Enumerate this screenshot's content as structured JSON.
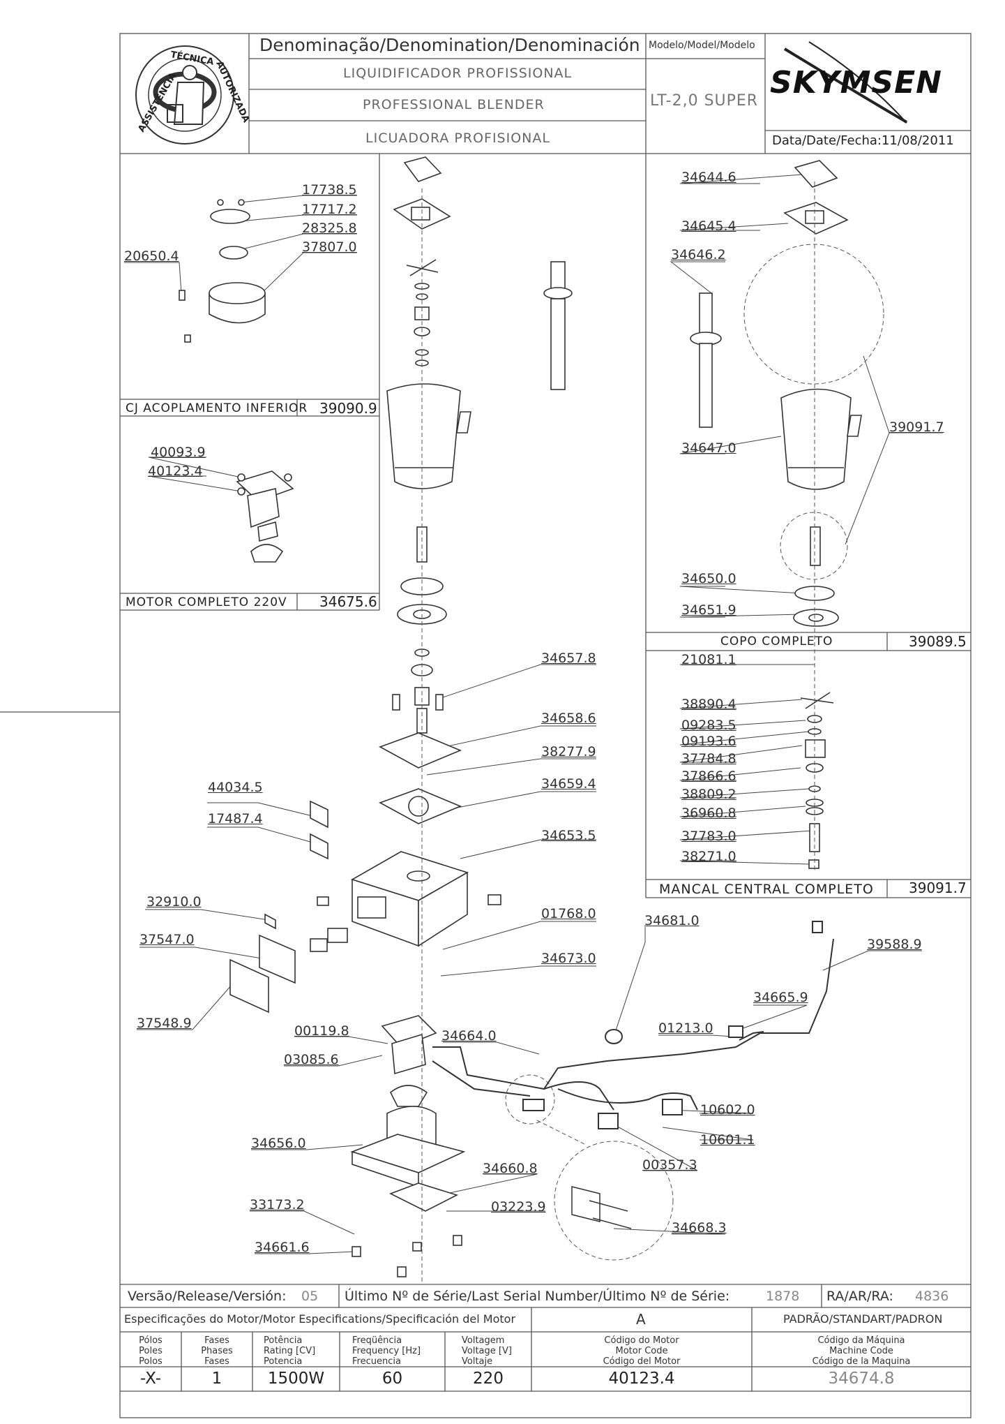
{
  "header": {
    "denomination_title": "Denominação/Denomination/Denominación",
    "name_pt": "LIQUIDIFICADOR PROFISSIONAL",
    "name_en": "PROFESSIONAL BLENDER",
    "name_es": "LICUADORA PROFISIONAL",
    "model_title": "Modelo/Model/Modelo",
    "model_value": "LT-2,0 SUPER",
    "brand": "SKYMSEN",
    "date_label": "Data/Date/Fecha:11/08/2011",
    "seal_text": "ASSISTÊNCIA TÉCNICA AUTORIZADA"
  },
  "sections": {
    "acoplamento": {
      "title": "CJ ACOPLAMENTO INFERIOR",
      "code": "39090.9"
    },
    "motor": {
      "title": "MOTOR COMPLETO 220V",
      "code": "34675.6"
    },
    "copo": {
      "title": "COPO COMPLETO",
      "code": "39089.5"
    },
    "mancal": {
      "title": "MANCAL CENTRAL COMPLETO",
      "code": "39091.7"
    }
  },
  "labels": {
    "p17738": "17738.5",
    "p17717": "17717.2",
    "p28325": "28325.8",
    "p37807": "37807.0",
    "p20650": "20650.4",
    "p40093": "40093.9",
    "p40123": "40123.4",
    "p34644": "34644.6",
    "p34645": "34645.4",
    "p34646": "34646.2",
    "p34647": "34647.0",
    "p39091": "39091.7",
    "p34650": "34650.0",
    "p34651": "34651.9",
    "p21081": "21081.1",
    "p38890": "38890.4",
    "p09283": "09283.5",
    "p09193": "09193.6",
    "p37784": "37784.8",
    "p37866": "37866.6",
    "p38809": "38809.2",
    "p36960": "36960.8",
    "p37783": "37783.0",
    "p38271": "38271.0",
    "p34657": "34657.8",
    "p34658": "34658.6",
    "p38277": "38277.9",
    "p34659": "34659.4",
    "p34653": "34653.5",
    "p44034": "44034.5",
    "p17487": "17487.4",
    "p32910": "32910.0",
    "p37547": "37547.0",
    "p37548": "37548.9",
    "p01768": "01768.0",
    "p34673": "34673.0",
    "p34681": "34681.0",
    "p39588": "39588.9",
    "p34665": "34665.9",
    "p01213": "01213.0",
    "p00119": "00119.8",
    "p03085": "03085.6",
    "p34664": "34664.0",
    "p10602": "10602.0",
    "p10601": "10601.1",
    "p00357": "00357.3",
    "p34656": "34656.0",
    "p34660": "34660.8",
    "p33173": "33173.2",
    "p03223": "03223.9",
    "p34661": "34661.6",
    "p34668": "34668.3"
  },
  "footer": {
    "release_label": "Versão/Release/Versión:",
    "release_value": "05",
    "serial_label": "Último Nº de Série/Last Serial Number/Último Nº de Série:",
    "serial_value": "1878",
    "ra_label": "RA/AR/RA:",
    "ra_value": "4836",
    "motor_spec_label": "Especificações do Motor/Motor Especifications/Specificación del Motor",
    "spec_letter": "A",
    "standard_label": "PADRÃO/STANDART/PADRON",
    "col_poles": "Pólos\nPoles\nPolos",
    "col_phases": "Fases\nPhases\nFases",
    "col_power": "Potência\nRating [CV]\nPotencia",
    "col_freq": "Freqüência\nFrequency [Hz]\nFrecuencia",
    "col_volt": "Voltagem\nVoltage [V]\nVoltaje",
    "col_motor_code": "Código do Motor\nMotor Code\nCódigo del Motor",
    "col_machine_code": "Código da Máquina\nMachine Code\nCódigo de la Maquina",
    "val_poles": "-X-",
    "val_phases": "1",
    "val_power": "1500W",
    "val_freq": "60",
    "val_volt": "220",
    "val_motor_code": "40123.4",
    "val_machine_code": "34674.8"
  }
}
